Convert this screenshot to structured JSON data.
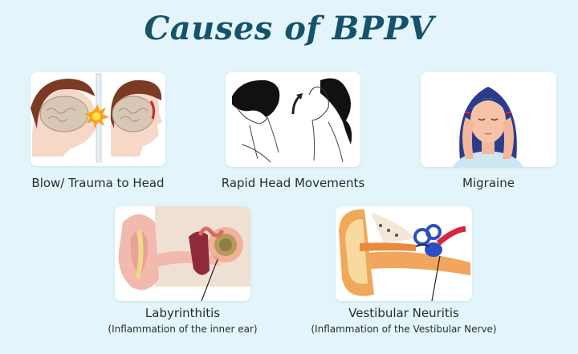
{
  "title": "Causes of BPPV",
  "colors": {
    "background": "#e3f5fb",
    "title": "#16536a",
    "label": "#2b2b2b",
    "card": "#ffffff"
  },
  "causes": [
    {
      "label": "Blow/ Trauma to Head",
      "illustration": "head-trauma-illustration"
    },
    {
      "label": "Rapid Head Movements",
      "illustration": "head-movement-illustration"
    },
    {
      "label": "Migraine",
      "illustration": "migraine-illustration"
    },
    {
      "label": "Labyrinthitis",
      "sublabel": "(Inflammation of the inner ear)",
      "illustration": "inner-ear-illustration"
    },
    {
      "label": "Vestibular Neuritis",
      "sublabel": "(Inflammation of the Vestibular Nerve)",
      "illustration": "vestibular-nerve-illustration"
    }
  ]
}
